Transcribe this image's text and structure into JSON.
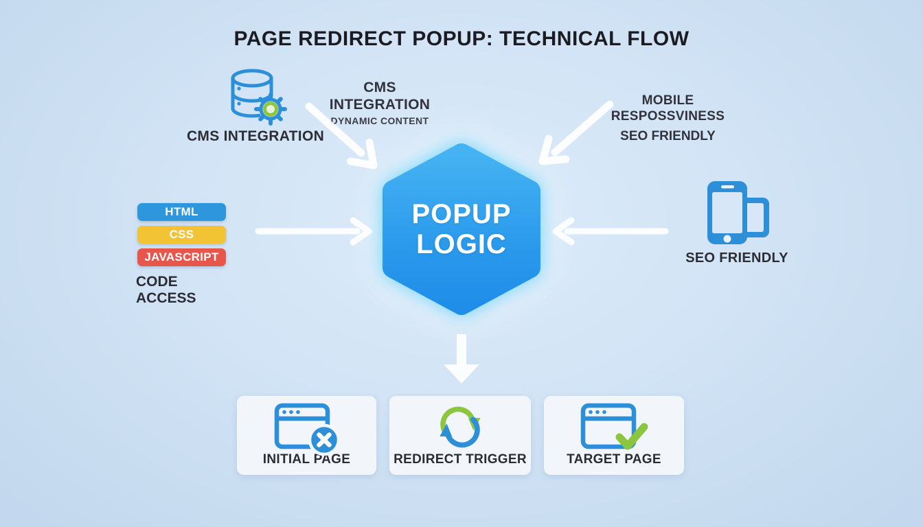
{
  "title": "PAGE REDIRECT POPUP: TECHNICAL FLOW",
  "palette": {
    "background_light_blue": "#d2e4f5",
    "accent_blue": "#2e8fd9",
    "badge_blue": "#2e96dc",
    "badge_yellow": "#f2c335",
    "badge_red": "#e7554b",
    "green": "#8cc63f",
    "hexagon_top": "#45b2f2",
    "hexagon_bottom": "#1f8ee9",
    "arrow_white": "#f5f9fd",
    "text_dark": "#1b1b22",
    "card_background": "#f2f6fa"
  },
  "top_left_node": {
    "icon": "database-gear-icon",
    "label": "CMS INTEGRATION"
  },
  "top_center_note": {
    "line1": "CMS",
    "line2": "INTEGRATION",
    "subline": "DYNAMIC CONTENT"
  },
  "top_right_note": {
    "line1": "MOBILE",
    "line2": "RESPOSSVINESS",
    "line3": "SEO FRIENDLY"
  },
  "code_stack": {
    "badges": [
      {
        "label": "HTML",
        "color": "#2e96dc"
      },
      {
        "label": "CSS",
        "color": "#f2c335"
      },
      {
        "label": "JAVASCRIPT",
        "color": "#e7554b"
      }
    ],
    "caption": "CODE ACCESS"
  },
  "hexagon": {
    "line1": "POPUP",
    "line2": "LOGIC"
  },
  "right_node": {
    "icon": "mobile-devices-icon",
    "label": "SEO FRIENDLY"
  },
  "flow_cards": [
    {
      "label": "INITIAL PAGE",
      "icon": "browser-close-icon"
    },
    {
      "label": "REDIRECT TRIGGER",
      "icon": "refresh-cycle-icon"
    },
    {
      "label": "TARGET PAGE",
      "icon": "browser-check-icon"
    }
  ]
}
